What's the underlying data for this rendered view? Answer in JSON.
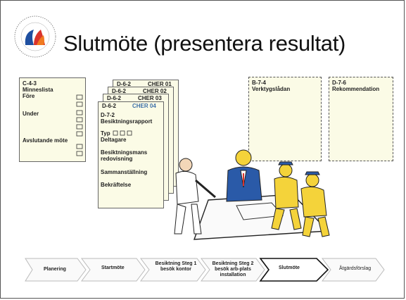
{
  "title": "Slutmöte (presentera resultat)",
  "card_c": {
    "code": "C-4-3",
    "name_line1": "Minneslista",
    "name_line2": "Före",
    "under": "Under",
    "avslutande": "Avslutande möte"
  },
  "stack_tabs": [
    {
      "code": "D-6-2",
      "label": "CHER 01"
    },
    {
      "code": "D-6-2",
      "label": "CHER 02"
    },
    {
      "code": "D-6-2",
      "label": "CHER 03"
    },
    {
      "code": "D-6-2",
      "label": "CHER 04"
    }
  ],
  "report": {
    "code": "D-7-2",
    "title": "Besiktningsrapport",
    "typ": "Typ",
    "deltagare": "Deltagare",
    "line_a": "Besiktningsmans",
    "line_b": "redovisning",
    "sammanstallning": "Sammanställning",
    "bekraftelse": "Bekräftelse"
  },
  "box_b": {
    "code": "B-7-4",
    "label": "Verktygslådan"
  },
  "box_d": {
    "code": "D-7-6",
    "label": "Rekommendation"
  },
  "process": [
    {
      "label": "Planering"
    },
    {
      "label": "Startmöte"
    },
    {
      "label": "Besiktning Steg 1 besök kontor"
    },
    {
      "label": "Besiktning Steg 2 besök arb-plats installation"
    },
    {
      "label": "Slutmöte"
    },
    {
      "label": "Åtgärdsförslag"
    }
  ],
  "colors": {
    "card_bg": "#fbfbe6",
    "accent_blue": "#3d6fa8",
    "logo_red": "#d9342b",
    "logo_blue": "#1e4fa0"
  }
}
